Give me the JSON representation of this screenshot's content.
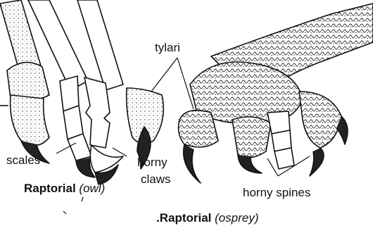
{
  "labels": {
    "tylari": "tylari",
    "scales": "scales",
    "horny": "horny",
    "claws": "claws",
    "horny_spines": "horny spines"
  },
  "captions": {
    "owl": {
      "main": "Raptorial",
      "sub": "(owl)"
    },
    "osprey": {
      "main": ".Raptorial",
      "sub": "(osprey)"
    }
  }
}
